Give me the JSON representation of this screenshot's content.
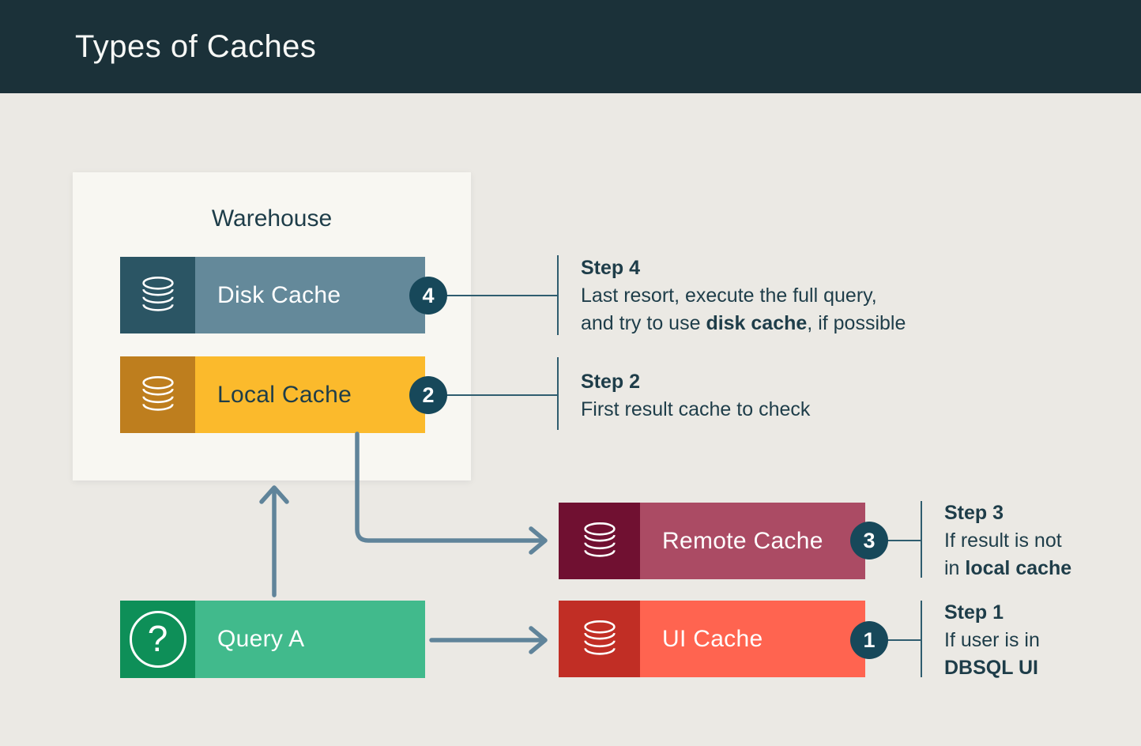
{
  "header": {
    "title": "Types of Caches"
  },
  "warehouse": {
    "label": "Warehouse"
  },
  "nodes": [
    {
      "id": "disk-cache",
      "label": "Disk Cache",
      "badge": "4",
      "icon": "database-icon",
      "icon_bg": "#2B5564",
      "bar_bg": "#64899A",
      "label_color": "#FFFFFF"
    },
    {
      "id": "local-cache",
      "label": "Local Cache",
      "badge": "2",
      "icon": "database-icon",
      "icon_bg": "#BE7E1E",
      "bar_bg": "#FBBA2C",
      "label_color": "#1E3D49"
    },
    {
      "id": "remote-cache",
      "label": "Remote Cache",
      "badge": "3",
      "icon": "database-icon",
      "icon_bg": "#701031",
      "bar_bg": "#AB4B64",
      "label_color": "#FFFFFF"
    },
    {
      "id": "ui-cache",
      "label": "UI Cache",
      "badge": "1",
      "icon": "database-icon",
      "icon_bg": "#C12E25",
      "bar_bg": "#FF6450",
      "label_color": "#FFFFFF"
    },
    {
      "id": "query-a",
      "label": "Query A",
      "glyph": "?",
      "icon": "question-mark-icon",
      "icon_bg": "#0E8F58",
      "bar_bg": "#41BA8C",
      "label_color": "#FFFFFF"
    }
  ],
  "steps": [
    {
      "title": "Step 4",
      "line1": "Last resort, execute the full query,",
      "line2_pre": "and try to use ",
      "line2_bold": "disk cache",
      "line2_post": ", if possible"
    },
    {
      "title": "Step 2",
      "line1": "First result cache to check"
    },
    {
      "title": "Step 3",
      "line1": "If result is not",
      "line2_pre": "in ",
      "line2_bold": "local cache",
      "line2_post": ""
    },
    {
      "title": "Step 1",
      "line1": "If user is in",
      "line2_pre": "",
      "line2_bold": "DBSQL UI",
      "line2_post": ""
    }
  ],
  "colors": {
    "header_bg": "#1B3139",
    "page_bg": "#EBE9E4",
    "panel_bg": "#F8F7F2",
    "title_color": "#F7F8F6",
    "text": "#1E3D49",
    "arrow": "#60849A",
    "connector": "#2F5D6F",
    "badge_bg": "#17485A",
    "badge_text": "#FFFFFF",
    "icon_stroke": "#FFFFFF"
  }
}
